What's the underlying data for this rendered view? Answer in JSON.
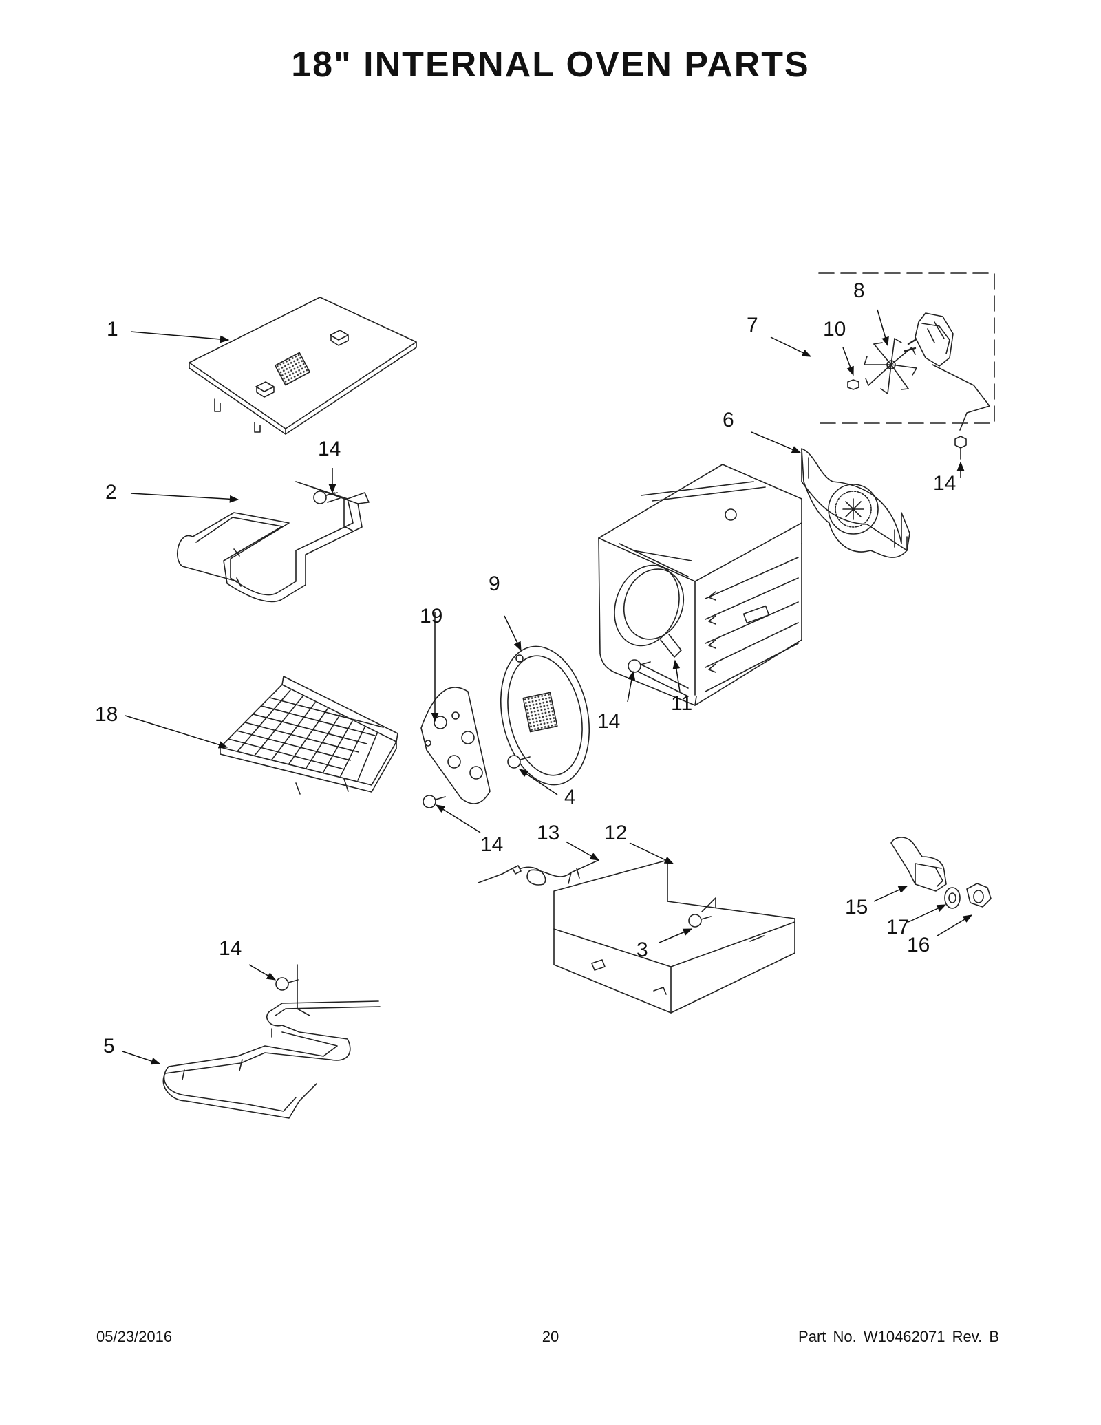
{
  "title": "18\" INTERNAL OVEN PARTS",
  "callouts": {
    "c1": "1",
    "c2": "2",
    "c3": "3",
    "c4": "4",
    "c5": "5",
    "c6": "6",
    "c7": "7",
    "c8": "8",
    "c9": "9",
    "c10": "10",
    "c11": "11",
    "c12": "12",
    "c13": "13",
    "c14a": "14",
    "c14b": "14",
    "c14c": "14",
    "c14d": "14",
    "c14e": "14",
    "c15": "15",
    "c16": "16",
    "c17": "17",
    "c18": "18",
    "c19": "19"
  },
  "footer": {
    "date": "05/23/2016",
    "page": "20",
    "part": "Part No.  W10462071  Rev.  B"
  }
}
